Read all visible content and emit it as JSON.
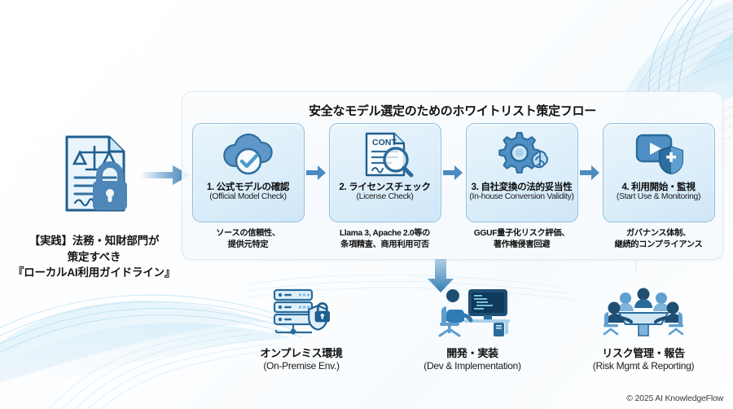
{
  "document": {
    "footer": "© 2025 AI KnowledgeFlow"
  },
  "source": {
    "icon": "legal-document-lock-icon",
    "caption_line1": "【実践】法務・知財部門が",
    "caption_line2": "策定すべき",
    "caption_line3": "『ローカルAI利用ガイドライン』"
  },
  "panel": {
    "title": "安全なモデル選定のためのホワイトリスト策定フロー",
    "steps": [
      {
        "icon": "cloud-check-icon",
        "title_ja": "1. 公式モデルの確認",
        "title_en": "(Official Model Check)",
        "note_line1": "ソースの信頼性、",
        "note_line2": "提供元特定"
      },
      {
        "icon": "contract-magnifier-icon",
        "icon_label": "CONT",
        "title_ja": "2. ライセンスチェック",
        "title_en": "(License Check)",
        "note_line1": "Llama 3, Apache 2.0等の",
        "note_line2": "条項精査、商用利用可否"
      },
      {
        "icon": "gear-brain-icon",
        "title_ja": "3. 自社変換の法的妥当性",
        "title_en": "(In-house Conversion Validity)",
        "note_line1": "GGUF量子化リスク評価、",
        "note_line2": "著作権侵害回避"
      },
      {
        "icon": "play-shield-icon",
        "title_ja": "4. 利用開始・監視",
        "title_en": "(Start Use & Monitoring)",
        "note_line1": "ガバナンス体制、",
        "note_line2": "継続的コンプライアンス"
      }
    ]
  },
  "outcomes": [
    {
      "icon": "server-shield-lock-icon",
      "title_ja": "オンプレミス環境",
      "title_en": "(On-Premise Env.)"
    },
    {
      "icon": "developer-workstation-icon",
      "title_ja": "開発・実装",
      "title_en": "(Dev & Implementation)"
    },
    {
      "icon": "meeting-table-icon",
      "title_ja": "リスク管理・報告",
      "title_en": "(Risk Mgmt & Reporting)"
    }
  ],
  "colors": {
    "accent_blue": "#3f87c4",
    "deep_blue": "#1b5c8c",
    "card_border": "#93bede",
    "panel_bg": "#f7fbfe"
  }
}
